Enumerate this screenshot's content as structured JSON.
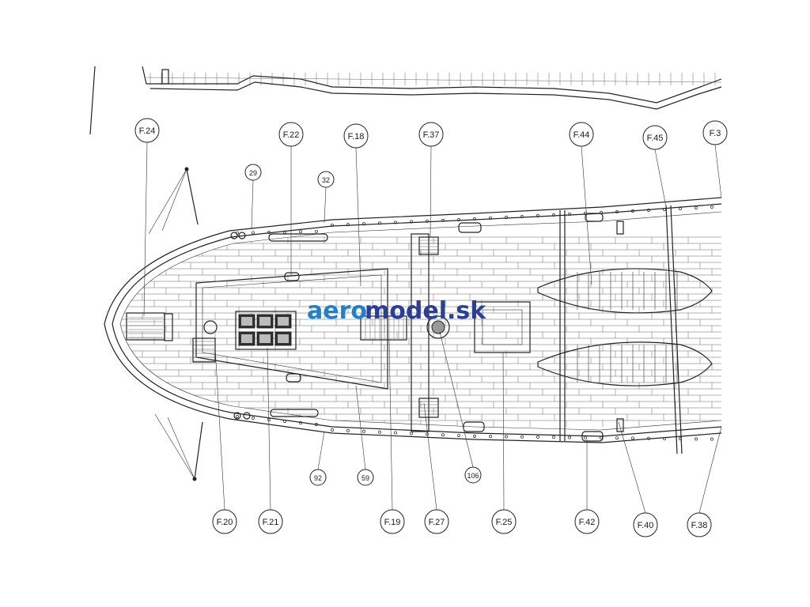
{
  "labels": [
    {
      "id": "F24",
      "text": "F.24"
    },
    {
      "id": "F22",
      "text": "F.22"
    },
    {
      "id": "F18",
      "text": "F.18"
    },
    {
      "id": "F37",
      "text": "F.37"
    },
    {
      "id": "F44",
      "text": "F.44"
    },
    {
      "id": "F45",
      "text": "F.45"
    },
    {
      "id": "F3",
      "text": "F.3"
    },
    {
      "id": "n29",
      "text": "29"
    },
    {
      "id": "n32",
      "text": "32"
    },
    {
      "id": "n92",
      "text": "92"
    },
    {
      "id": "n59",
      "text": "59"
    },
    {
      "id": "n106",
      "text": "106"
    },
    {
      "id": "F20",
      "text": "F.20"
    },
    {
      "id": "F21",
      "text": "F.21"
    },
    {
      "id": "F19",
      "text": "F.19"
    },
    {
      "id": "F27",
      "text": "F.27"
    },
    {
      "id": "F25",
      "text": "F.25"
    },
    {
      "id": "F42",
      "text": "F.42"
    },
    {
      "id": "F40",
      "text": "F.40"
    },
    {
      "id": "F38",
      "text": "F.38"
    }
  ],
  "watermark": {
    "part1": "aero",
    "part2": "model.sk"
  },
  "colors": {
    "line": "#222222",
    "watermark_light": "#1f7fd0",
    "watermark_dark": "#2a3f9a"
  }
}
